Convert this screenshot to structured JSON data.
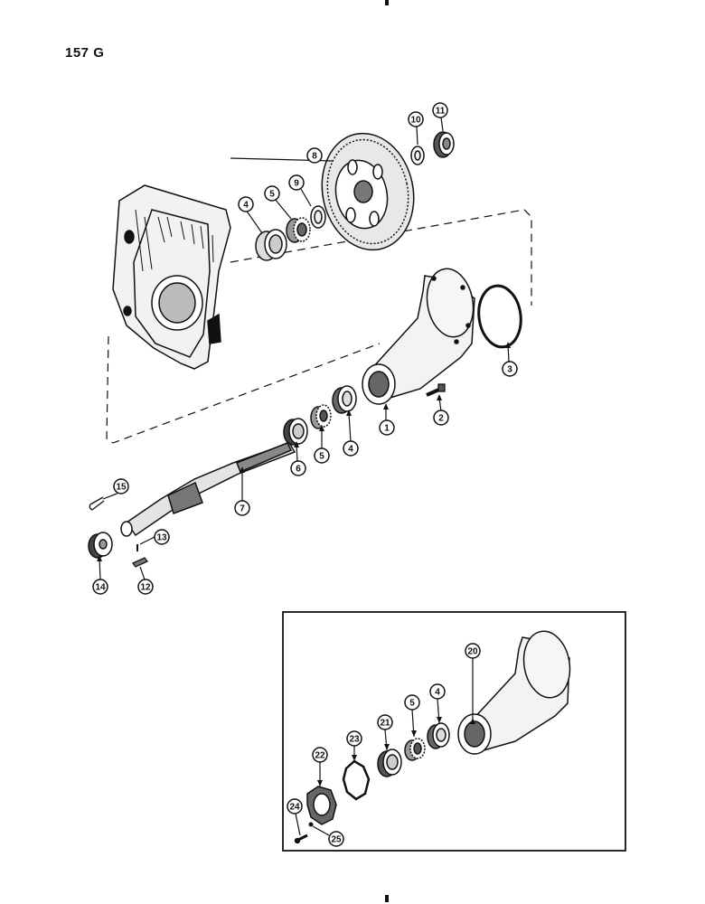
{
  "page_label": "157 G",
  "callouts": [
    {
      "id": "c1",
      "label": "1"
    },
    {
      "id": "c2",
      "label": "2"
    },
    {
      "id": "c3",
      "label": "3"
    },
    {
      "id": "c4a",
      "label": "4"
    },
    {
      "id": "c4b",
      "label": "4"
    },
    {
      "id": "c4c",
      "label": "4"
    },
    {
      "id": "c5a",
      "label": "5"
    },
    {
      "id": "c5b",
      "label": "5"
    },
    {
      "id": "c5c",
      "label": "5"
    },
    {
      "id": "c6",
      "label": "6"
    },
    {
      "id": "c7",
      "label": "7"
    },
    {
      "id": "c8",
      "label": "8"
    },
    {
      "id": "c9",
      "label": "9"
    },
    {
      "id": "c10",
      "label": "10"
    },
    {
      "id": "c11",
      "label": "11"
    },
    {
      "id": "c12",
      "label": "12"
    },
    {
      "id": "c13",
      "label": "13"
    },
    {
      "id": "c14",
      "label": "14"
    },
    {
      "id": "c15",
      "label": "15"
    },
    {
      "id": "c20",
      "label": "20"
    },
    {
      "id": "c21",
      "label": "21"
    },
    {
      "id": "c22",
      "label": "22"
    },
    {
      "id": "c23",
      "label": "23"
    },
    {
      "id": "c24",
      "label": "24"
    },
    {
      "id": "c25",
      "label": "25"
    }
  ]
}
